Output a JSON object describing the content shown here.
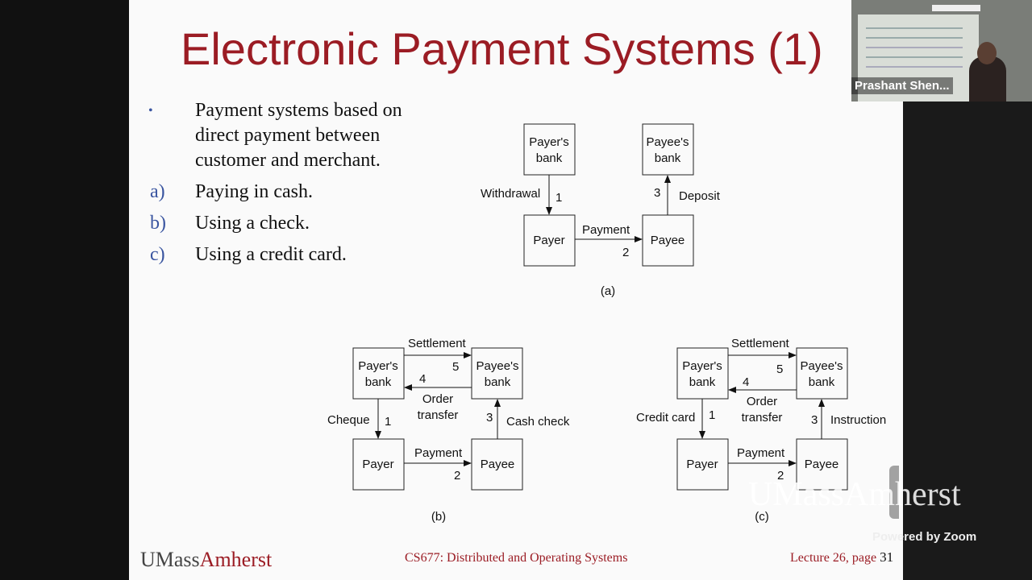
{
  "slide": {
    "title": "Electronic Payment Systems (1)",
    "bullets": [
      {
        "marker": "•",
        "text": "Payment systems based on direct payment between customer and merchant."
      },
      {
        "marker": "a)",
        "text": "Paying in cash."
      },
      {
        "marker": "b)",
        "text": "Using a check."
      },
      {
        "marker": "c)",
        "text": "Using a credit card."
      }
    ],
    "diagrams": {
      "a": {
        "caption": "(a)",
        "payer_bank": [
          "Payer's",
          "bank"
        ],
        "payee_bank": [
          "Payee's",
          "bank"
        ],
        "payer": "Payer",
        "payee": "Payee",
        "withdrawal": "Withdrawal",
        "n1": "1",
        "payment": "Payment",
        "n2": "2",
        "deposit": "Deposit",
        "n3": "3"
      },
      "b": {
        "caption": "(b)",
        "payer_bank": [
          "Payer's",
          "bank"
        ],
        "payee_bank": [
          "Payee's",
          "bank"
        ],
        "payer": "Payer",
        "payee": "Payee",
        "settlement": "Settlement",
        "n5": "5",
        "n4": "4",
        "order_transfer": [
          "Order",
          "transfer"
        ],
        "cheque": "Cheque",
        "n1": "1",
        "payment": "Payment",
        "n2": "2",
        "cash_check": "Cash check",
        "n3": "3"
      },
      "c": {
        "caption": "(c)",
        "payer_bank": [
          "Payer's",
          "bank"
        ],
        "payee_bank": [
          "Payee's",
          "bank"
        ],
        "payer": "Payer",
        "payee": "Payee",
        "settlement": "Settlement",
        "n5": "5",
        "n4": "4",
        "order_transfer": [
          "Order",
          "transfer"
        ],
        "credit_card": "Credit card",
        "n1": "1",
        "payment": "Payment",
        "n2": "2",
        "instruction": "Instruction",
        "n3": "3"
      }
    },
    "footer": {
      "logo_umass": "UMass",
      "logo_amherst": "Amherst",
      "course": "CS677: Distributed and Operating Systems",
      "lecture_label": "Lecture 26, page",
      "page_number": "31"
    }
  },
  "video": {
    "participant_name": "Prashant Shen..."
  },
  "overlay": {
    "logo_text": "UMassAmherst",
    "powered_by": "Powered by Zoom"
  },
  "colors": {
    "title": "#9b1c24",
    "bullet_marker": "#3a55a0",
    "slide_bg": "#fafafa"
  }
}
